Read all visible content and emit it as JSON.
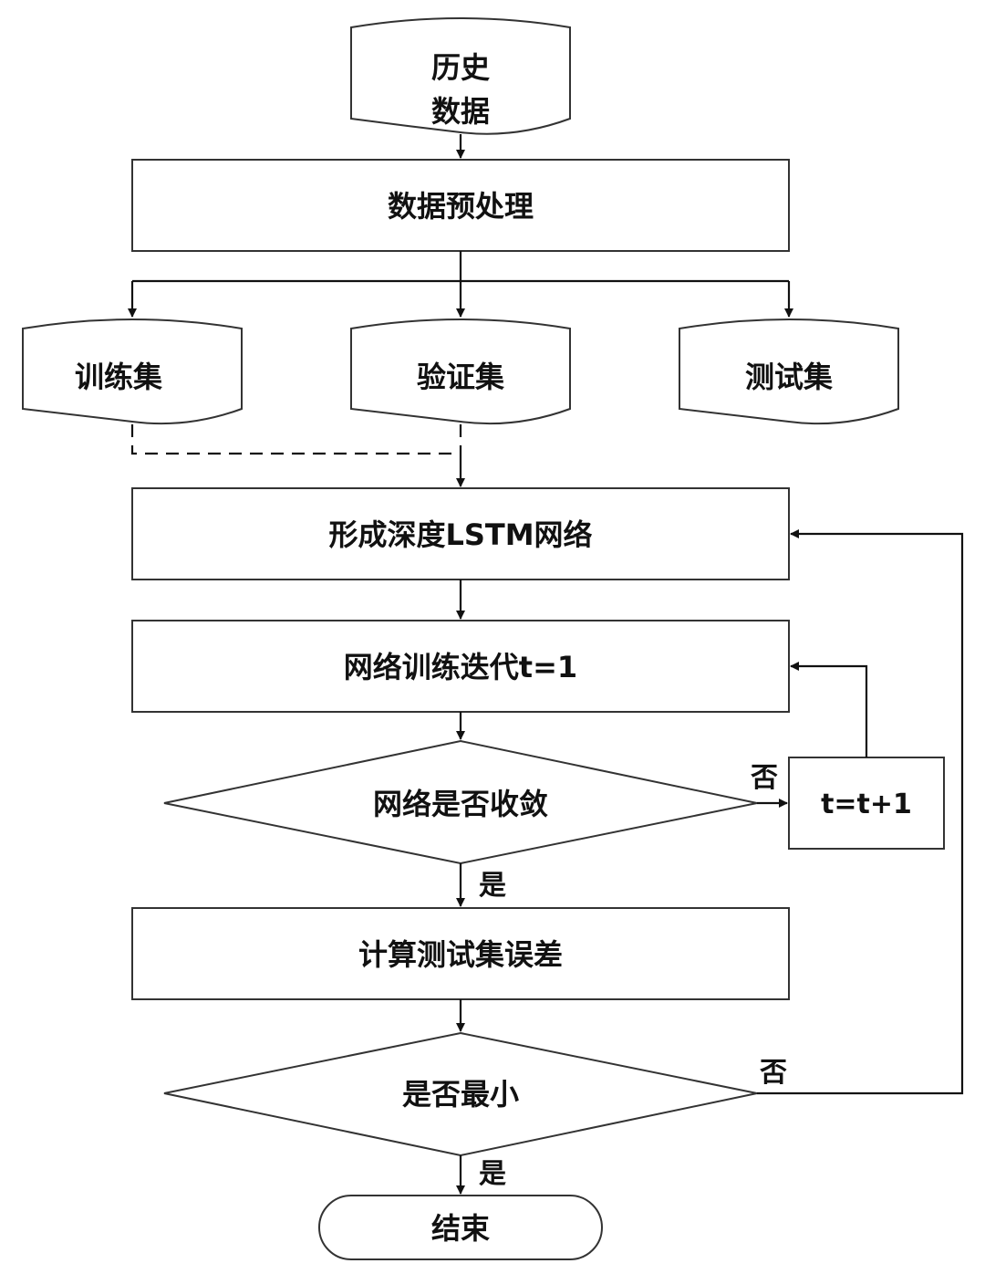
{
  "nodes": {
    "history_data_line1": "历史",
    "history_data_line2": "数据",
    "preprocess": "数据预处理",
    "train_set": "训练集",
    "validation_set": "验证集",
    "test_set": "测试集",
    "build_lstm": "形成深度LSTM网络",
    "train_iter": "网络训练迭代t=1",
    "converge_check": "网络是否收敛",
    "increment": "t=t+1",
    "compute_error": "计算测试集误差",
    "min_check": "是否最小",
    "end": "结束"
  },
  "edge_labels": {
    "converge_no": "否",
    "converge_yes": "是",
    "min_no": "否",
    "min_yes": "是"
  },
  "colors": {
    "stroke": "#333333",
    "arrow": "#111111",
    "fill": "#ffffff",
    "text": "#111111"
  }
}
